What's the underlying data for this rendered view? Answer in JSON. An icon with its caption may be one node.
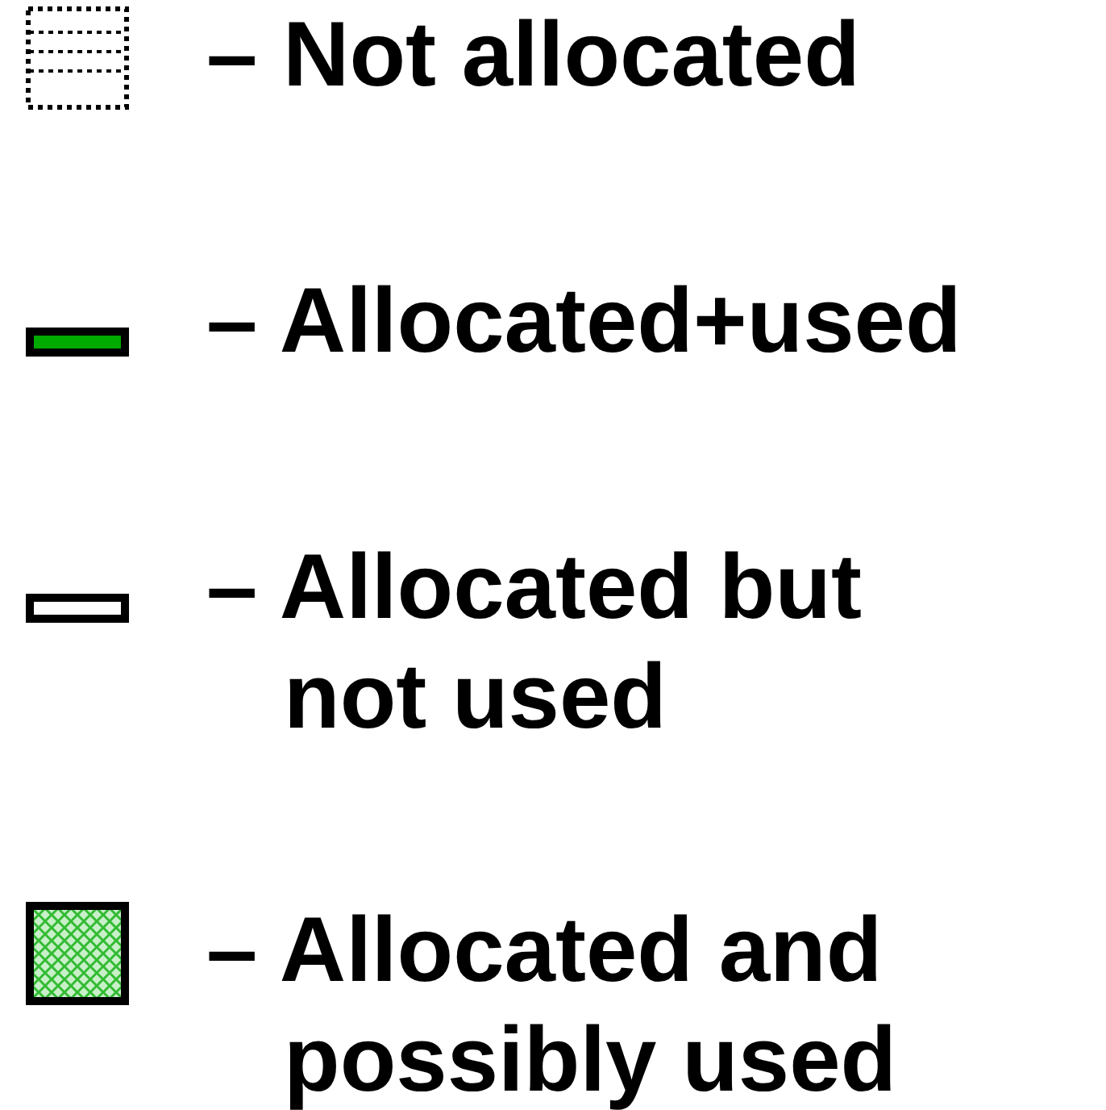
{
  "diagram": {
    "legend": [
      {
        "text": "– Not allocated"
      },
      {
        "text": "– Allocated+used",
        "color": "#00aa00"
      },
      {
        "text": "– Allocated but not used"
      },
      {
        "text": "– Allocated and possibly used"
      }
    ]
  }
}
